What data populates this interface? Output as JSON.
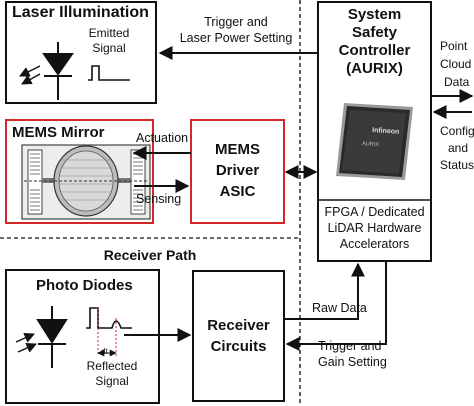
{
  "laser_block": {
    "title": "Laser Illumination",
    "signal_caption_1": "Emitted",
    "signal_caption_2": "Signal"
  },
  "safety_controller": {
    "line1": "System",
    "line2": "Safety",
    "line3": "Controller",
    "line4": "(AURIX)",
    "chip_brand": "Infineon",
    "chip_model": "AURIX",
    "fpga_line1": "FPGA / Dedicated",
    "fpga_line2": "LiDAR Hardware",
    "fpga_line3": "Accelerators"
  },
  "mems_mirror": {
    "title": "MEMS Mirror"
  },
  "mems_driver": {
    "line1": "MEMS",
    "line2": "Driver",
    "line3": "ASIC"
  },
  "receiver_path": {
    "title": "Receiver Path"
  },
  "photo_diodes": {
    "title": "Photo Diodes",
    "dt_label": "dt",
    "signal_caption_1": "Reflected",
    "signal_caption_2": "Signal"
  },
  "receiver_circuits": {
    "line1": "Receiver",
    "line2": "Circuits"
  },
  "edge_labels": {
    "trigger_laser_1": "Trigger and",
    "trigger_laser_2": "Laser Power Setting",
    "actuation": "Actuation",
    "sensing": "Sensing",
    "raw_data": "Raw Data",
    "trigger_gain_1": "Trigger and",
    "trigger_gain_2": "Gain Setting",
    "point_cloud_1": "Point",
    "point_cloud_2": "Cloud",
    "point_cloud_3": "Data",
    "config_1": "Config",
    "config_2": "and",
    "config_3": "Status"
  },
  "colors": {
    "line": "#111111",
    "mirror_border": "#d62728",
    "chip_dark": "#2a2a2a"
  }
}
